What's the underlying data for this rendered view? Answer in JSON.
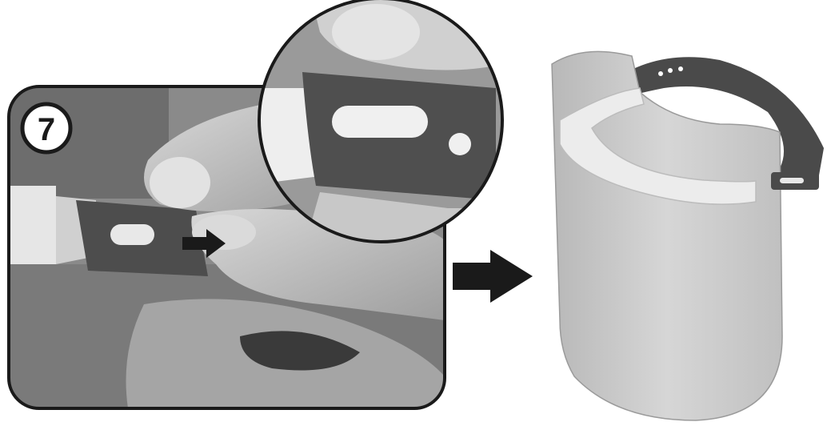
{
  "step": {
    "number": "7"
  },
  "panels": {
    "photo": "hands-sliding-strap-photo",
    "zoom": "zoom-strap-slot-detail",
    "result": "assembled-face-shield"
  },
  "arrows": [
    "small-direction-arrow",
    "result-arrow"
  ],
  "colors": {
    "frame": "#1a1a1a",
    "photo_bg": "#8f8f8f",
    "strap": "#4a4a4a",
    "shield": "#c9c9c9",
    "arrow": "#1a1a1a"
  }
}
